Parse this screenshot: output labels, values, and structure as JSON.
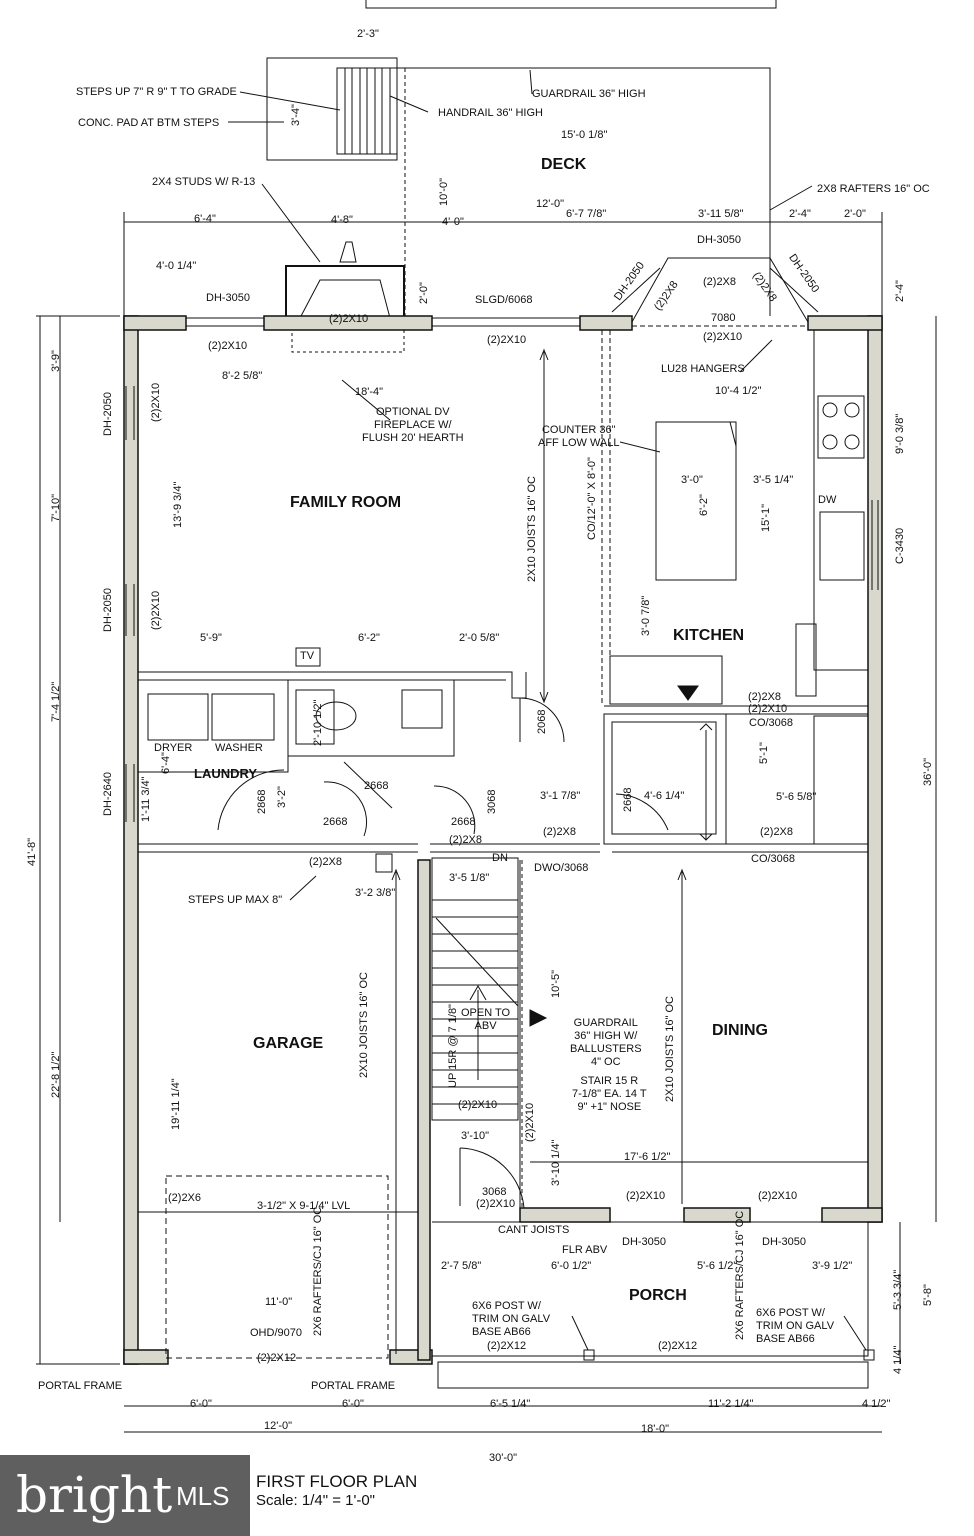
{
  "colors": {
    "line": "#111111",
    "wall_fill": "#d8d8cc",
    "logo_bg": "#5f5f5f"
  },
  "rooms": {
    "deck": "DECK",
    "family_room": "FAMILY ROOM",
    "kitchen": "KITCHEN",
    "laundry": "LAUNDRY",
    "garage": "GARAGE",
    "dining": "DINING",
    "porch": "PORCH"
  },
  "fixtures": {
    "tv": "TV",
    "dryer": "DRYER",
    "washer": "WASHER",
    "dw": "DW",
    "dn": "DN"
  },
  "notes": {
    "steps_up": "STEPS UP 7\" R 9\" T TO GRADE",
    "conc_pad": "CONC. PAD AT BTM STEPS",
    "handrail": "HANDRAIL 36\" HIGH",
    "guardrail_deck": "GUARDRAIL 36\" HIGH",
    "studs": "2X4 STUDS W/ R-13",
    "rafters": "2X8 RAFTERS 16\" OC",
    "fireplace_1": "OPTIONAL DV",
    "fireplace_2": "FIREPLACE W/",
    "fireplace_3": "FLUSH 20' HEARTH",
    "counter_1": "COUNTER 36\"",
    "counter_2": "AFF LOW WALL",
    "lu28": "LU28 HANGERS",
    "steps_up_max": "STEPS UP MAX 8\"",
    "open_to_1": "OPEN TO",
    "open_to_2": "ABV",
    "guardrail_stair_1": "GUARDRAIL",
    "guardrail_stair_2": "36\" HIGH  W/",
    "guardrail_stair_3": "BALLUSTERS",
    "guardrail_stair_4": "4\" OC",
    "stair_1": "STAIR 15 R",
    "stair_2": "7-1/8\" EA. 14 T",
    "stair_3": "9\" +1\" NOSE",
    "post_left_1": "6X6 POST W/",
    "post_left_2": "TRIM ON GALV",
    "post_left_3": "BASE AB66",
    "post_right_1": "6X6 POST W/",
    "post_right_2": "TRIM ON GALV",
    "post_right_3": "BASE AB66",
    "portal_frame_left": "PORTAL FRAME",
    "portal_frame_right": "PORTAL FRAME",
    "cant_joists": "CANT JOISTS",
    "flr_abv": "FLR ABV",
    "lvl": "3-1/2\" X 9-1/4\" LVL",
    "ohd": "OHD/9070",
    "joists_family": "2X10 JOISTS 16\" OC",
    "joists_garage": "2X10 JOISTS 16\" OC",
    "joists_dining": "2X10 JOISTS 16\" OC",
    "rafters_garage": "2X6 RAFTERS/CJ 16\" OC",
    "rafters_porch": "2X6 RAFTERS/CJ 16\" OC",
    "co_counter": "CO/12'-0\" X 8'-0\"",
    "up_stair": "UP 15R @ 7 1/8\""
  },
  "openings": {
    "dh3050_top": "DH-3050",
    "slgd": "SLGD/6068",
    "dh3050_bay": "DH-3050",
    "dh2050_bay_l": "DH-2050",
    "dh2050_bay_r": "DH-2050",
    "n7080": "7080",
    "dh2050_left1": "DH-2050",
    "dh2050_left2": "DH-2050",
    "dh2640": "DH-2640",
    "c3430": "C-3430",
    "n2068": "2068",
    "co3068_a": "CO/3068",
    "co3068_b": "CO/3068",
    "n2868": "2868",
    "n2668_a": "2668",
    "n2668_b": "2668",
    "n2668_c": "2668",
    "n2668_d": "2668",
    "n3068_a": "3068",
    "dwo3068": "DWO/3068",
    "n3068_b": "3068",
    "dh3050_porch_l": "DH-3050",
    "dh3050_porch_r": "DH-3050"
  },
  "headers": {
    "h_2x10_fp": "(2)2X10",
    "h_2x10_left": "(2)2X10",
    "h_2x10_slgd": "(2)2X10",
    "h_2x10_bay": "(2)2X10",
    "h_2x8_a": "(2)2X8",
    "h_2x8_b": "(2)2X8",
    "h_2x8_c": "(2)2X8",
    "h_2x10_v1": "(2)2X10",
    "h_2x10_v2": "(2)2X10",
    "h_2x8_kit": "(2)2X8",
    "h_2x10_kit": "(2)2X10",
    "h_2x8_stair": "(2)2X8",
    "h_2x8_din_l": "(2)2X8",
    "h_2x8_din_r": "(2)2X8",
    "h_2x8_laun": "(2)2X8",
    "h_2x10_stair": "(2)2X10",
    "h_2x10_v3": "(2)2X10",
    "h_2x10_door": "(2)2X10",
    "h_2x10_din1": "(2)2X10",
    "h_2x10_din2": "(2)2X10",
    "h_2x6": "(2)2X6",
    "h_2x12_g": "(2)2X12",
    "h_2x12_p1": "(2)2X12",
    "h_2x12_p2": "(2)2X12"
  },
  "dimensions": {
    "d_2_3": "2'-3\"",
    "d_3_4": "3'-4\"",
    "d_15_0": "15'-0 1/8\"",
    "d_10_0": "10'-0\"",
    "d_12_0": "12'-0\"",
    "d_6_7": "6'-7 7/8\"",
    "d_3_11": "3'-11 5/8\"",
    "d_6_4": "6'-4\"",
    "d_4_8": "4'-8\"",
    "d_4_0": "4'-0\"",
    "d_2_4a": "2'-4\"",
    "d_2_0a": "2'-0\"",
    "d_4_0q": "4'-0 1/4\"",
    "d_2_0b": "2'-0\"",
    "d_2_4b": "2'-4\"",
    "d_3_9": "3'-9\"",
    "d_8_2": "8'-2 5/8\"",
    "d_18_4": "18'-4\"",
    "d_10_4": "10'-4 1/2\"",
    "d_9_0": "9'-0 3/8\"",
    "d_7_10": "7'-10\"",
    "d_13_9": "13'-9 3/4\"",
    "d_3_0": "3'-0\"",
    "d_3_5": "3'-5 1/4\"",
    "d_6_2v": "6'-2\"",
    "d_15_1": "15'-1\"",
    "d_3_0_7": "3'-0 7/8\"",
    "d_5_9": "5'-9\"",
    "d_6_2h": "6'-2\"",
    "d_2_0_5": "2'-0 5/8\"",
    "d_7_4": "7'-4 1/2\"",
    "d_2_10": "2'-10 1/2\"",
    "d_5_1": "5'-1\"",
    "d_36_0": "36'-0\"",
    "d_6_4v": "6'-4\"",
    "d_3_2": "3'-2\"",
    "d_3_1": "3'-1 7/8\"",
    "d_4_6": "4'-6 1/4\"",
    "d_5_6": "5'-6 5/8\"",
    "d_1_11": "1'-11 3/4\"",
    "d_41_8": "41'-8\"",
    "d_3_5_8": "3'-5 1/8\"",
    "d_3_2_3": "3'-2 3/8\"",
    "d_10_5": "10'-5\"",
    "d_22_8": "22'-8 1/2\"",
    "d_19_11": "19'-11 1/4\"",
    "d_3_10a": "3'-10\"",
    "d_3_10b": "3'-10 1/4\"",
    "d_17_6": "17'-6 1/2\"",
    "d_2_7": "2'-7 5/8\"",
    "d_6_0_5": "6'-0 1/2\"",
    "d_5_6_2": "5'-6 1/2\"",
    "d_3_9_2": "3'-9 1/2\"",
    "d_5_3": "5'-3 3/4\"",
    "d_5_8": "5'-8\"",
    "d_11_0": "11'-0\"",
    "d_4_1_4": "4 1/4\"",
    "d_6_0a": "6'-0\"",
    "d_6_0b": "6'-0\"",
    "d_6_5": "6'-5 1/4\"",
    "d_11_2": "11'-2 1/4\"",
    "d_4_1_2": "4 1/2\"",
    "d_12_0b": "12'-0\"",
    "d_18_0": "18'-0\"",
    "d_30_0": "30'-0\""
  },
  "title": {
    "main": "FIRST FLOOR PLAN",
    "scale": "Scale: 1/4\" = 1'-0\""
  },
  "logo": {
    "brand": "bright",
    "suffix": "MLS"
  }
}
